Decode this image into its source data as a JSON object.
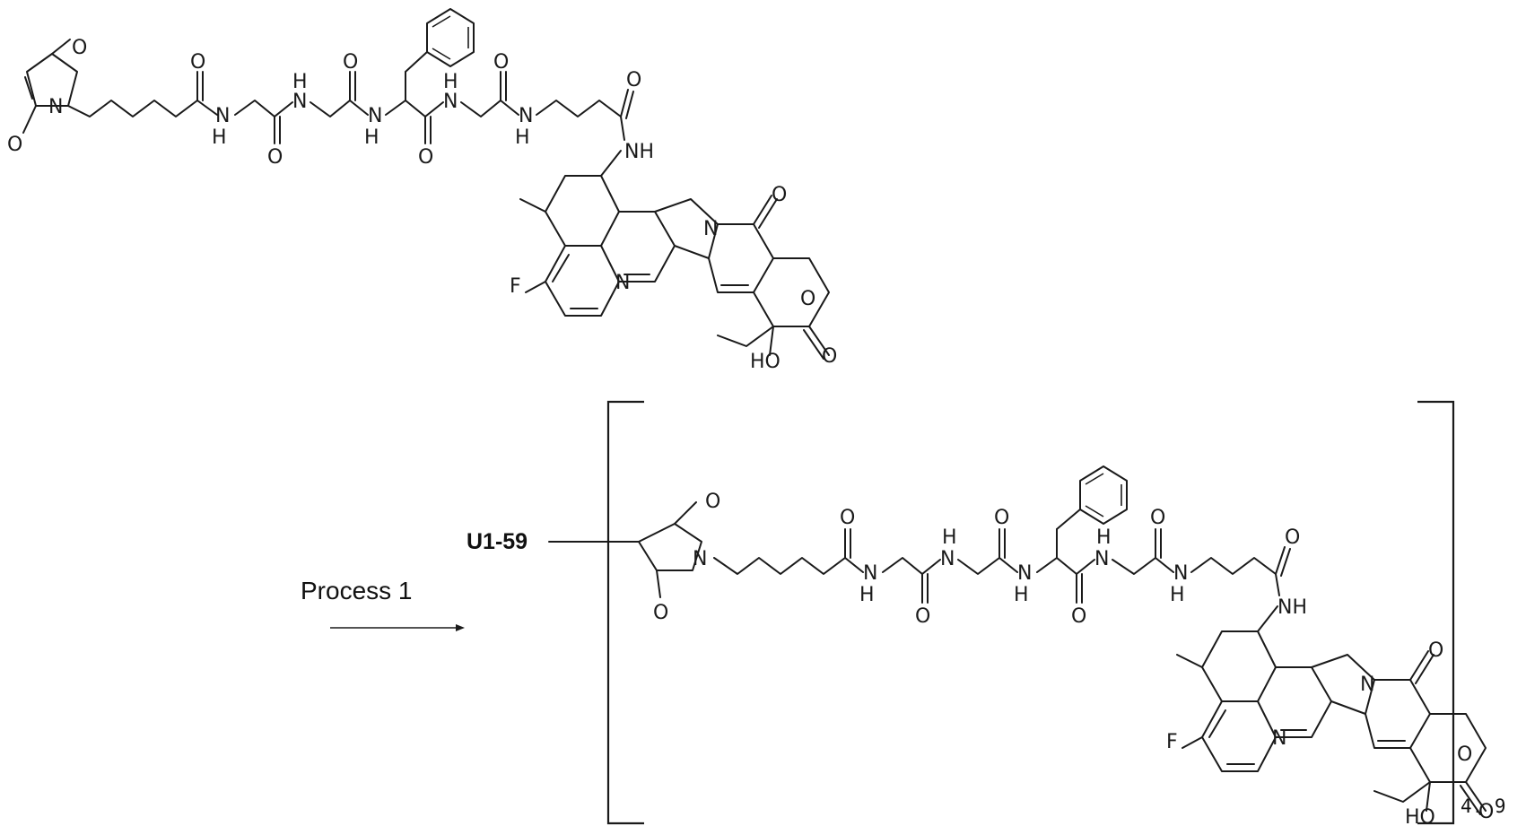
{
  "scheme": {
    "reagent_label": "U1-59",
    "process_label": "Process 1",
    "subscript": "4. 9"
  },
  "atoms": {
    "O": "O",
    "N": "N",
    "H": "H",
    "NH": "NH",
    "F": "F",
    "HO": "HO"
  }
}
